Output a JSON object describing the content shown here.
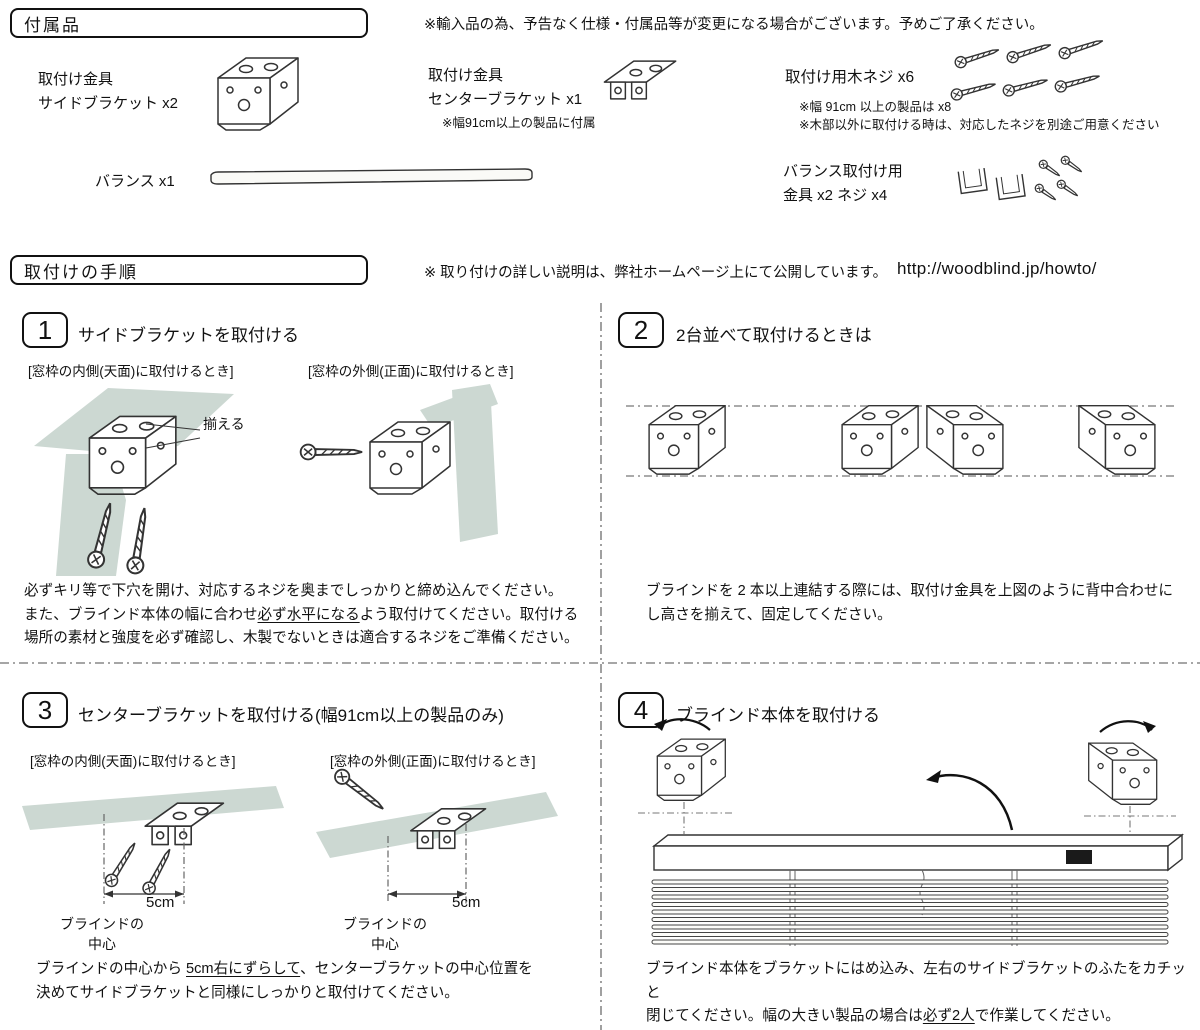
{
  "page": {
    "bg": "#ffffff",
    "line_color": "#1a1a1a",
    "shade_color": "#ccd8d2"
  },
  "accessories": {
    "title": "付属品",
    "note": "※輸入品の為、予告なく仕様・付属品等が変更になる場合がございます。予めご了承ください。",
    "side_bracket_label": "取付け金具\nサイドブラケット x2",
    "center_bracket_label": "取付け金具\nセンターブラケット x1",
    "center_bracket_note": "※幅91cm以上の製品に付属",
    "screws_label": "取付け用木ネジ x6",
    "screws_note1": "※幅 91cm 以上の製品は x8",
    "screws_note2": "※木部以外に取付ける時は、対応したネジを別途ご用意ください",
    "valance_label": "バランス x1",
    "valance_fitting_label": "バランス取付け用\n 金具 x2  ネジ x4"
  },
  "procedure": {
    "title": "取付けの手順",
    "note": "※ 取り付けの詳しい説明は、弊社ホームページ上にて公開しています。",
    "url": "http://woodblind.jp/howto/"
  },
  "steps": {
    "step1": {
      "number": "1",
      "title": "サイドブラケットを取付ける",
      "caption_left": "[窓枠の内側(天面)に取付けるとき]",
      "caption_right": "[窓枠の外側(正面)に取付けるとき]",
      "align_label": "揃える",
      "body": [
        {
          "t": "必ずキリ等で下穴を開け、対応するネジを奥までしっかりと締め込んでください。\nまた、ブラインド本体の幅に合わせ"
        },
        {
          "t": "必ず水平になる",
          "u": true
        },
        {
          "t": "よう取付けてください。取付ける\n場所の素材と強度を必ず確認し、木製でないときは適合するネジをご準備ください。"
        }
      ]
    },
    "step2": {
      "number": "2",
      "title": "2台並べて取付けるときは",
      "body": [
        {
          "t": "ブラインドを 2 本以上連結する際には、取付け金具を上図のように背中合わせに\nし高さを揃えて、固定してください。"
        }
      ]
    },
    "step3": {
      "number": "3",
      "title": "センターブラケットを取付ける(幅91cm以上の製品のみ)",
      "caption_left": "[窓枠の内側(天面)に取付けるとき]",
      "caption_right": "[窓枠の外側(正面)に取付けるとき]",
      "dim_label": "5cm",
      "center_label": "ブラインドの\n中心",
      "body": [
        {
          "t": "ブラインドの中心から "
        },
        {
          "t": "5cm右にずらして",
          "u": true
        },
        {
          "t": "、センターブラケットの中心位置を\n決めてサイドブラケットと同様にしっかりと取付けてください。"
        }
      ]
    },
    "step4": {
      "number": "4",
      "title": "ブラインド本体を取付ける",
      "body": [
        {
          "t": "ブラインド本体をブラケットにはめ込み、左右のサイドブラケットのふたをカチッと\n閉じてください。幅の大きい製品の場合は"
        },
        {
          "t": "必ず2人",
          "u": true
        },
        {
          "t": "で作業してください。"
        }
      ]
    }
  }
}
